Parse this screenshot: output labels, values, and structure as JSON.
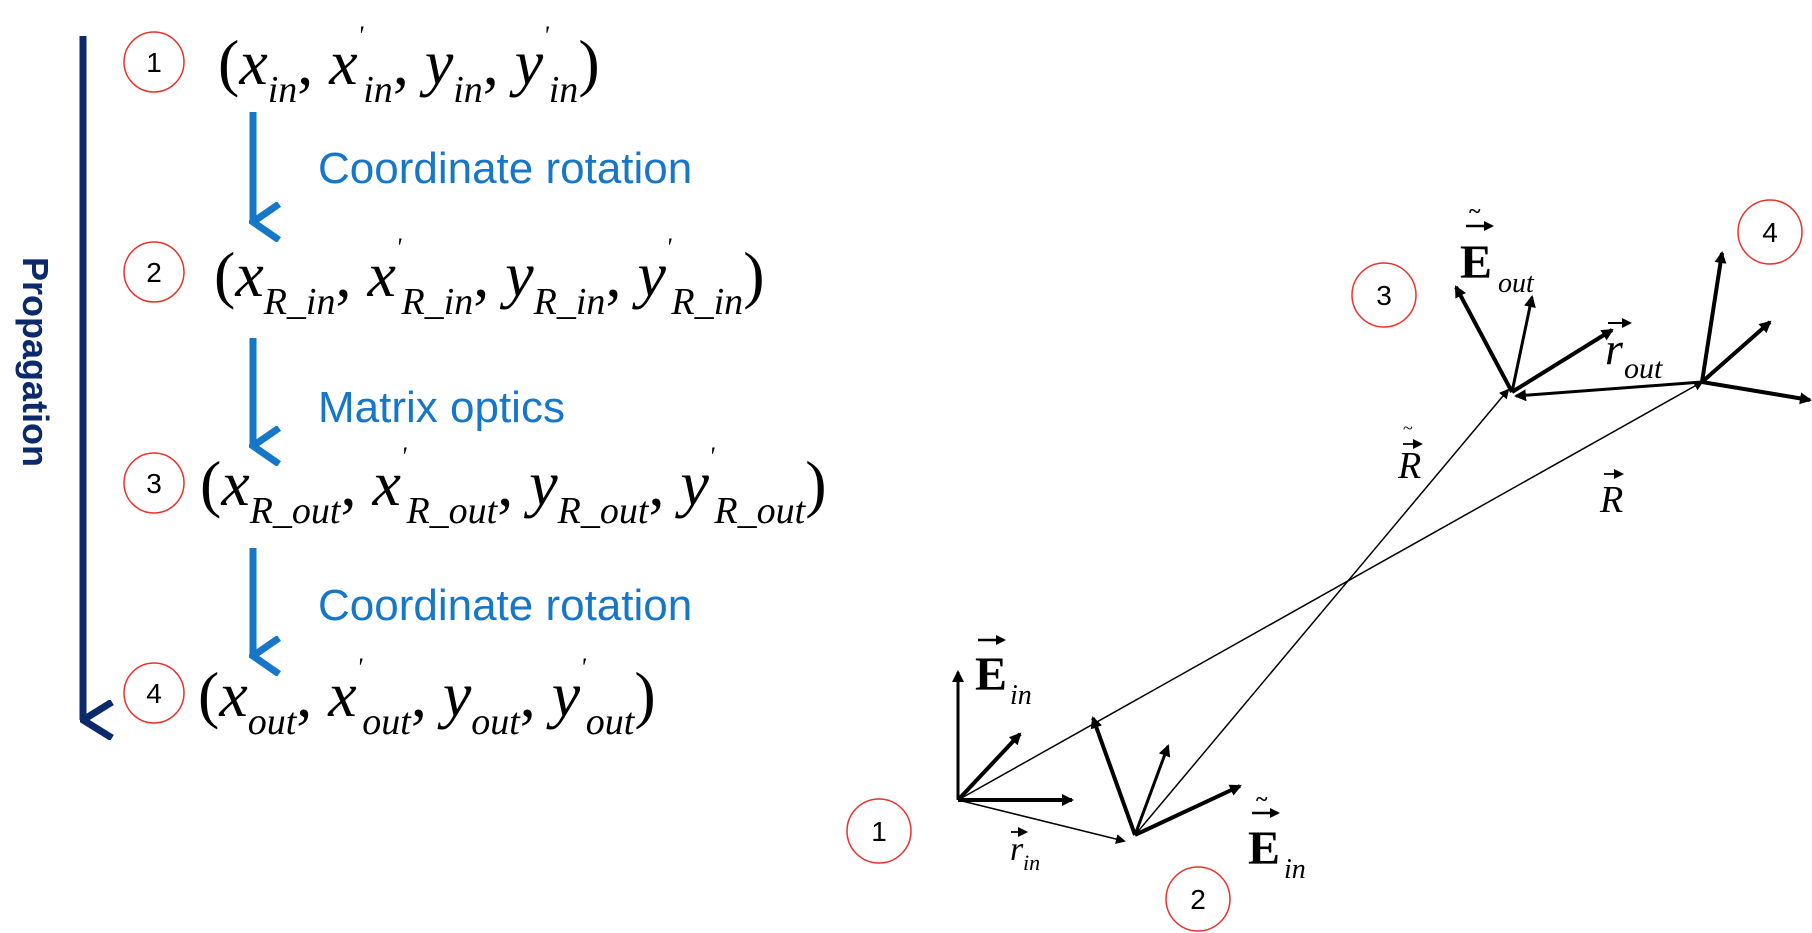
{
  "pipeline": {
    "side_label": "Propagation",
    "steps": [
      {
        "num": "1",
        "base": [
          "x",
          "x",
          "y",
          "y"
        ],
        "sub": "in",
        "prime": [
          false,
          true,
          false,
          true
        ]
      },
      {
        "num": "2",
        "base": [
          "x",
          "x",
          "y",
          "y"
        ],
        "sub": "R_in",
        "prime": [
          false,
          true,
          false,
          true
        ]
      },
      {
        "num": "3",
        "base": [
          "x",
          "x",
          "y",
          "y"
        ],
        "sub": "R_out",
        "prime": [
          false,
          true,
          false,
          true
        ]
      },
      {
        "num": "4",
        "base": [
          "x",
          "x",
          "y",
          "y"
        ],
        "sub": "out",
        "prime": [
          false,
          true,
          false,
          true
        ]
      }
    ],
    "transitions": [
      "Coordinate rotation",
      "Matrix optics",
      "Coordinate rotation"
    ]
  },
  "geometry": {
    "points": [
      "1",
      "2",
      "3",
      "4"
    ],
    "labels": {
      "E": "E",
      "r": "r",
      "R": "R",
      "sub_in": "in",
      "sub_out": "out"
    }
  },
  "colors": {
    "step_text": "#1676c8",
    "step_arrow": "#1676c8",
    "propagation": "#0b2a6b",
    "circle": "#e8322b"
  }
}
